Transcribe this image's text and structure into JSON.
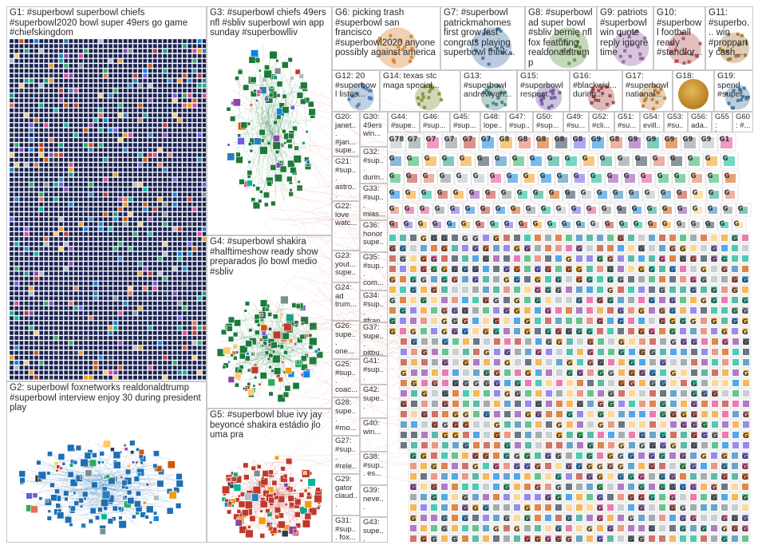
{
  "title": "#superbowl network graph",
  "groups": [
    {
      "id": "G1",
      "label": "G1: #superbowl superbowl chiefs #superbowl2020 bowl super 49ers go game #chiefskingdom",
      "theme": "navy"
    },
    {
      "id": "G2",
      "label": "G2: superbowl foxnetworks realdonaldtrump #superbowl interview enjoy 30 during president play",
      "theme": "blue"
    },
    {
      "id": "G3",
      "label": "G3: #superbowl chiefs 49ers nfl #sbliv superbowl win app sunday #superbowlliv",
      "theme": "green"
    },
    {
      "id": "G4",
      "label": "G4: #superbowl shakira #halftimeshow ready show preparados jlo bowl medio #sbliv",
      "theme": "green"
    },
    {
      "id": "G5",
      "label": "G5: #superbowl blue ivy jay beyoncé shakira estádio jlo uma pra",
      "theme": "red"
    },
    {
      "id": "G6",
      "label": "G6: picking trash #superbowl san francisco #superbowl2020 anyone possibly against america",
      "theme": "mixed"
    },
    {
      "id": "G7",
      "label": "G7: #superbowl patrickmahomes first grow fast congrats playing superbowl think...",
      "theme": "mixed"
    },
    {
      "id": "G8",
      "label": "G8: #superbowl ad super bowl #sbliv bernie nfl fox featuring realdonaldtrump",
      "theme": "mixed"
    },
    {
      "id": "G9",
      "label": "G9: patriots #superbowl win quote reply ignore time",
      "theme": "mixed"
    },
    {
      "id": "G10",
      "label": "G10: #superbowl football ready #standfor...",
      "theme": "mixed"
    },
    {
      "id": "G11",
      "label": "G11: #superbo... win #propparty cash...",
      "theme": "mixed"
    },
    {
      "id": "G12",
      "label": "G12: 20 #superbowl listos...",
      "theme": "mixed"
    },
    {
      "id": "G14",
      "label": "G14: texas stc maga special...",
      "theme": "mixed"
    },
    {
      "id": "G13",
      "label": "G13: #superbowl andrewyan...",
      "theme": "mixed"
    },
    {
      "id": "G15",
      "label": "G15: #superbowl respect...",
      "theme": "mixed"
    },
    {
      "id": "G16",
      "label": "G16: #blackwid... during...",
      "theme": "mixed"
    },
    {
      "id": "G17",
      "label": "G17: #superbowl national...",
      "theme": "mixed"
    },
    {
      "id": "G18",
      "label": "G18:",
      "theme": "gold"
    },
    {
      "id": "G19",
      "label": "G19: spend #super...",
      "theme": "mixed"
    }
  ],
  "small_groups": [
    {
      "id": "G20",
      "label": "G20: janet... #jan... supe..."
    },
    {
      "id": "G21",
      "label": "G21: #sup... astro... spac..."
    },
    {
      "id": "G22",
      "label": "G22: love watc..."
    },
    {
      "id": "G23",
      "label": "G23: yout... supe..."
    },
    {
      "id": "G24",
      "label": "G24: ad trum..."
    },
    {
      "id": "G26",
      "label": "G26: supe... one..."
    },
    {
      "id": "G25",
      "label": "G25: #sup... coac..."
    },
    {
      "id": "G28",
      "label": "G28: supe... #mo..."
    },
    {
      "id": "G27",
      "label": "G27: #sup... #rele..."
    },
    {
      "id": "G29",
      "label": "G29: gator claud..."
    },
    {
      "id": "G31",
      "label": "G31: #sup... fox..."
    },
    {
      "id": "G30",
      "label": "G30: 49ers win..."
    },
    {
      "id": "G32",
      "label": "G32: #sup... durin..."
    },
    {
      "id": "G33",
      "label": "G33: #sup... mias..."
    },
    {
      "id": "G36",
      "label": "G36: honor supe..."
    },
    {
      "id": "G35",
      "label": "G35: #sup... com..."
    },
    {
      "id": "G34",
      "label": "G34: #sup... #fran..."
    },
    {
      "id": "G37",
      "label": "G37: supe... pitbu..."
    },
    {
      "id": "G41",
      "label": "G41: #sup... supe..."
    },
    {
      "id": "G42",
      "label": "G42: supe..."
    },
    {
      "id": "G40",
      "label": "G40: win..."
    },
    {
      "id": "G38",
      "label": "G38: #sup... es..."
    },
    {
      "id": "G39",
      "label": "G39: neve..."
    },
    {
      "id": "G43",
      "label": "G43: supe..."
    },
    {
      "id": "G44",
      "label": "G44: #supe..."
    },
    {
      "id": "G46",
      "label": "G46: #sup..."
    },
    {
      "id": "G45",
      "label": "G45: #sup..."
    },
    {
      "id": "G48",
      "label": "G48: lope..."
    },
    {
      "id": "G47",
      "label": "G47: #sup..."
    },
    {
      "id": "G50",
      "label": "G50: #sup..."
    },
    {
      "id": "G49",
      "label": "G49: #su..."
    },
    {
      "id": "G52",
      "label": "G52: #cli..."
    },
    {
      "id": "G51",
      "label": "G51: #su..."
    },
    {
      "id": "G54",
      "label": "G54: evill..."
    },
    {
      "id": "G53",
      "label": "G53: #su..."
    },
    {
      "id": "G56",
      "label": "G56: ada..."
    },
    {
      "id": "G55",
      "label": "G55: hap..."
    },
    {
      "id": "G60",
      "label": "G60: #..."
    }
  ],
  "cell_letter": "G",
  "tiny_group_labels": [
    "G78",
    "G7",
    "G7",
    "G7",
    "G7",
    "G7",
    "G8",
    "G8",
    "G8",
    "G8",
    "G8",
    "G9",
    "G8",
    "G9",
    "G9",
    "G9",
    "G9",
    "G9",
    "G1"
  ],
  "colors": {
    "navy": "#1b2350",
    "blue": "#1f6fb2",
    "green": "#1c7a3a",
    "red": "#c0392b",
    "edge": "#e9a0a0",
    "grey_edge": "#b9b9b9"
  }
}
